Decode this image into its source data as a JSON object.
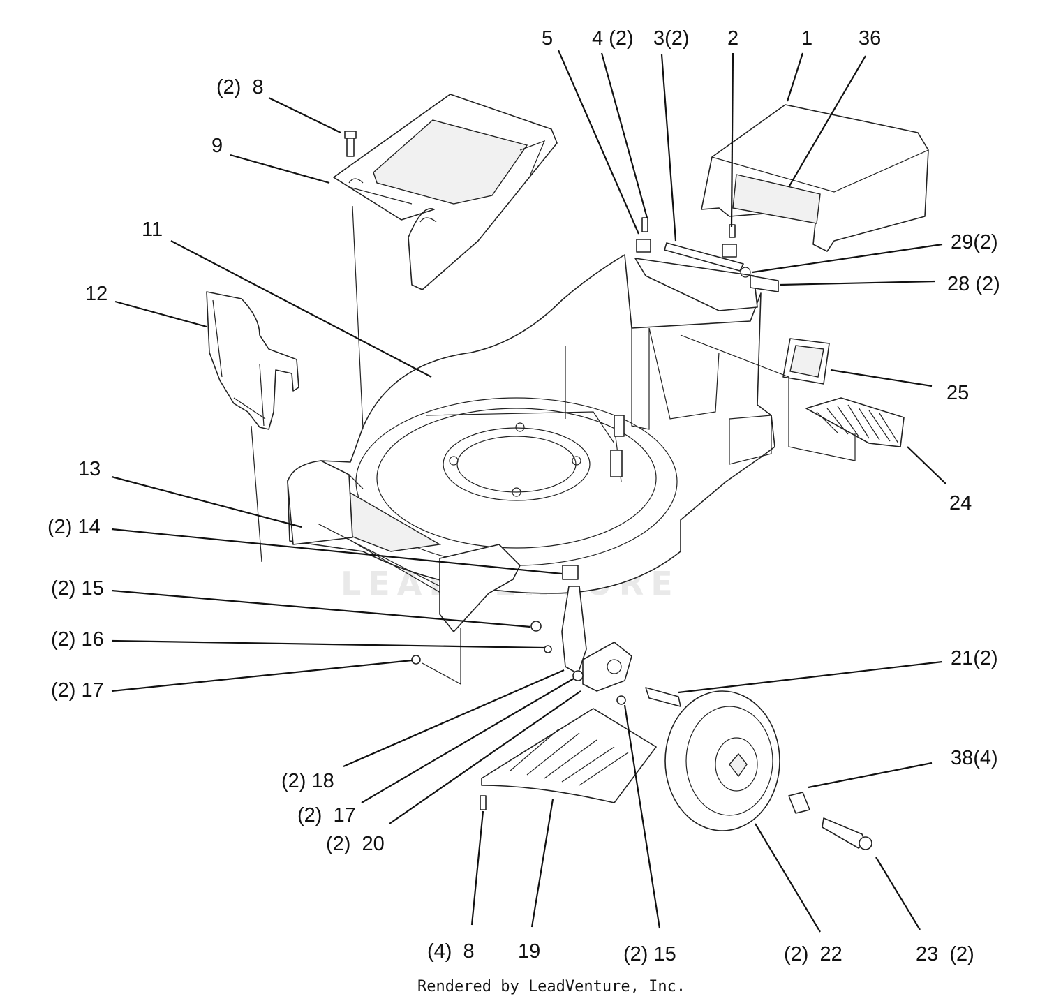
{
  "diagram": {
    "footer_text": "Rendered by LeadVenture, Inc.",
    "watermark_text": "LEADVENTURE",
    "callouts": [
      {
        "id": "c-5",
        "label": "5"
      },
      {
        "id": "c-4",
        "label": "4 (2)"
      },
      {
        "id": "c-3",
        "label": "3(2)"
      },
      {
        "id": "c-2",
        "label": "2"
      },
      {
        "id": "c-1",
        "label": "1"
      },
      {
        "id": "c-36",
        "label": "36"
      },
      {
        "id": "c-8-top",
        "label": "(2)  8"
      },
      {
        "id": "c-9",
        "label": "9"
      },
      {
        "id": "c-11",
        "label": "11"
      },
      {
        "id": "c-12",
        "label": "12"
      },
      {
        "id": "c-29",
        "label": "29(2)"
      },
      {
        "id": "c-28",
        "label": "28 (2)"
      },
      {
        "id": "c-25",
        "label": "25"
      },
      {
        "id": "c-24",
        "label": "24"
      },
      {
        "id": "c-13",
        "label": "13"
      },
      {
        "id": "c-14",
        "label": "(2) 14"
      },
      {
        "id": "c-15-left",
        "label": "(2) 15"
      },
      {
        "id": "c-16",
        "label": "(2) 16"
      },
      {
        "id": "c-17-left",
        "label": "(2) 17"
      },
      {
        "id": "c-21",
        "label": "21(2)"
      },
      {
        "id": "c-38",
        "label": "38(4)"
      },
      {
        "id": "c-18",
        "label": "(2) 18"
      },
      {
        "id": "c-17-mid",
        "label": "(2)  17"
      },
      {
        "id": "c-20",
        "label": "(2)  20"
      },
      {
        "id": "c-8-bottom",
        "label": "(4)  8"
      },
      {
        "id": "c-19",
        "label": "19"
      },
      {
        "id": "c-15-bottom",
        "label": "(2) 15"
      },
      {
        "id": "c-22",
        "label": "(2)  22"
      },
      {
        "id": "c-23",
        "label": "23  (2)"
      }
    ]
  }
}
